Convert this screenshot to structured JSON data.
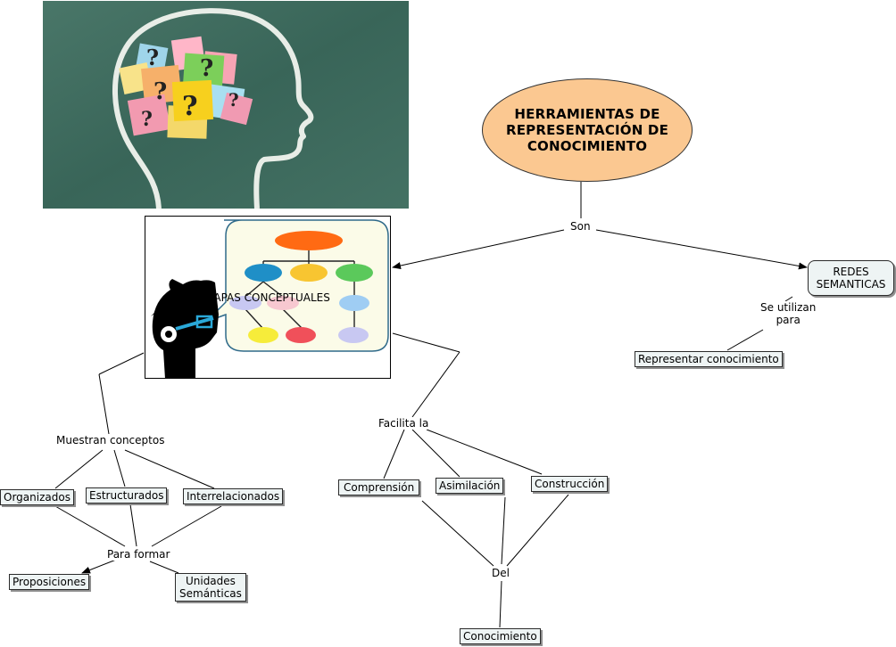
{
  "root": {
    "line1": "HERRAMIENTAS DE",
    "line2": "REPRESENTACIÓN DE",
    "line3": "CONOCIMIENTO"
  },
  "links": {
    "son": "Son",
    "se_utilizan_1": "Se utilizan",
    "se_utilizan_2": "para",
    "muestran": "Muestran conceptos",
    "facilita": "Facilita la",
    "para_formar": "Para formar",
    "del": "Del"
  },
  "concepts": {
    "mapas": "MAPAS CONCEPTUALES",
    "redes_1": "REDES",
    "redes_2": "SEMANTICAS",
    "representar": "Representar conocimiento",
    "organizados": "Organizados",
    "estructurados": "Estructurados",
    "interrelacionados": "Interrelacionados",
    "proposiciones": "Proposiciones",
    "unidades_1": "Unidades",
    "unidades_2": "Semánticas",
    "comprension": "Comprensión",
    "asimilacion": "Asimilación",
    "construccion": "Construcción",
    "conocimiento": "Conocimiento"
  },
  "colors": {
    "root_fill": "#fbc891",
    "box_fill": "#eef4f4",
    "chalkboard": "#3e6b5e"
  },
  "icons": [
    "head-with-question-notes-image",
    "concept-map-thinker-image",
    "arrow-head-icon"
  ]
}
